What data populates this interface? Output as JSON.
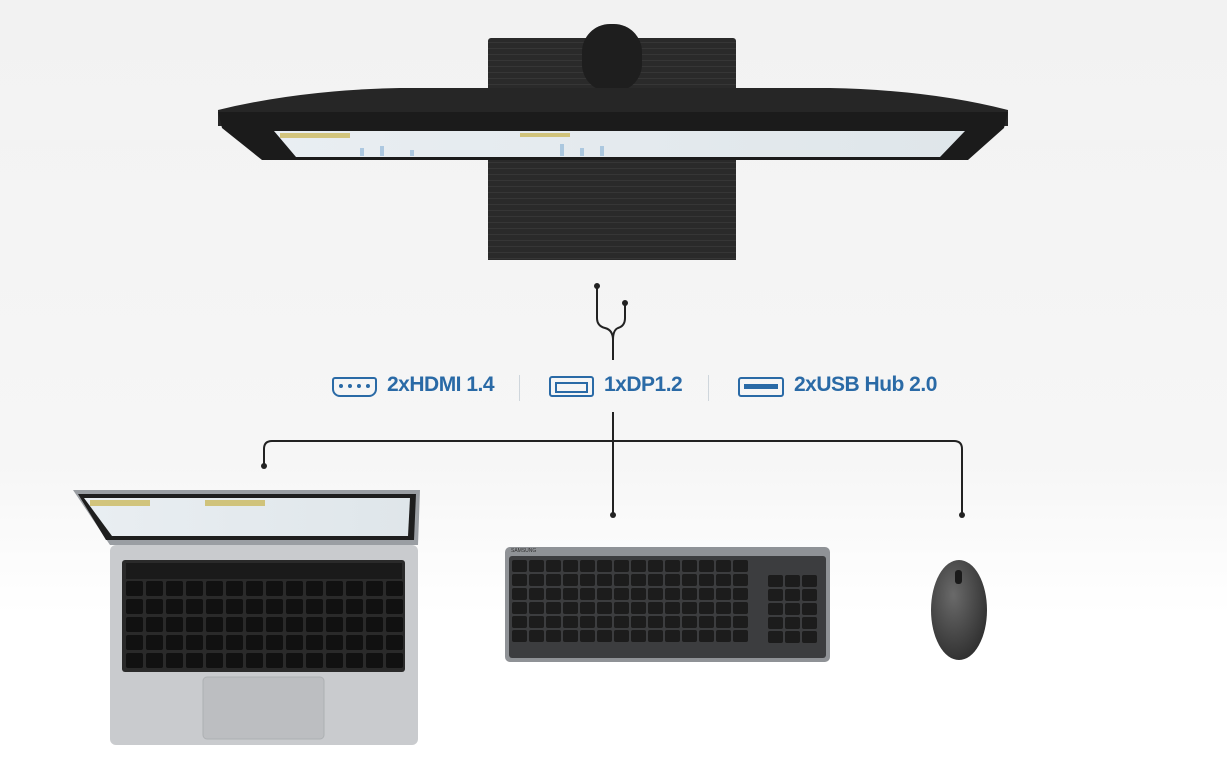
{
  "accent_color": "#2a6aa6",
  "devices": [
    "monitor",
    "laptop",
    "keyboard",
    "mouse"
  ],
  "ports": [
    {
      "label": "2xHDMI 1.4",
      "icon": "hdmi-port-icon"
    },
    {
      "label": "1xDP1.2",
      "icon": "displayport-icon"
    },
    {
      "label": "2xUSB Hub 2.0",
      "icon": "usb-port-icon"
    }
  ],
  "keyboard_brand": "SAMSUNG"
}
